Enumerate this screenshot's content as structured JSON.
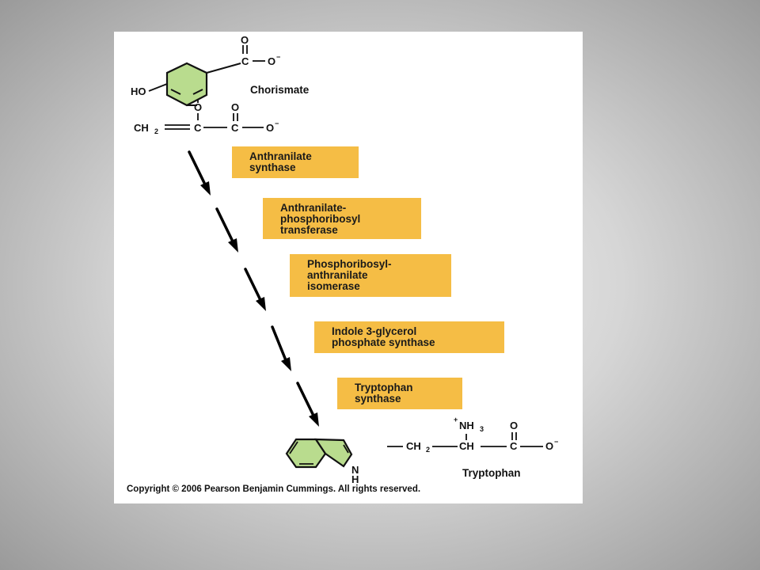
{
  "chorismate": {
    "name": "Chorismate",
    "atoms": {
      "O_top": "O",
      "C_carboxyl": "C",
      "O_minus": "O",
      "charge": "−",
      "HO": "HO",
      "O_ether": "O",
      "O_keto": "O",
      "CH": "CH",
      "sub2": "2",
      "C_enol": "C",
      "C_acid": "C",
      "O_acid": "O",
      "charge2": "−"
    }
  },
  "enzymes": [
    {
      "lines": [
        "Anthranilate",
        "synthase"
      ]
    },
    {
      "lines": [
        "Anthranilate-",
        "phosphoribosyl",
        "transferase"
      ]
    },
    {
      "lines": [
        "Phosphoribosyl-",
        "anthranilate",
        "isomerase"
      ]
    },
    {
      "lines": [
        "Indole 3-glycerol",
        "phosphate synthase"
      ]
    },
    {
      "lines": [
        "Tryptophan",
        "synthase"
      ]
    }
  ],
  "tryptophan": {
    "name": "Tryptophan",
    "atoms": {
      "N": "N",
      "H": "H",
      "CH": "CH",
      "sub2": "2",
      "CH_alpha": "CH",
      "C": "C",
      "O": "O",
      "charge": "−",
      "plus": "+",
      "NH": "NH",
      "sub3": "3",
      "O_top": "O"
    }
  },
  "copyright": "Copyright © 2006 Pearson Benjamin Cummings. All rights reserved.",
  "colors": {
    "enzyme_box": "#f5bd45",
    "ring_fill": "#b9dc8e",
    "background": "#b0b0b0"
  }
}
